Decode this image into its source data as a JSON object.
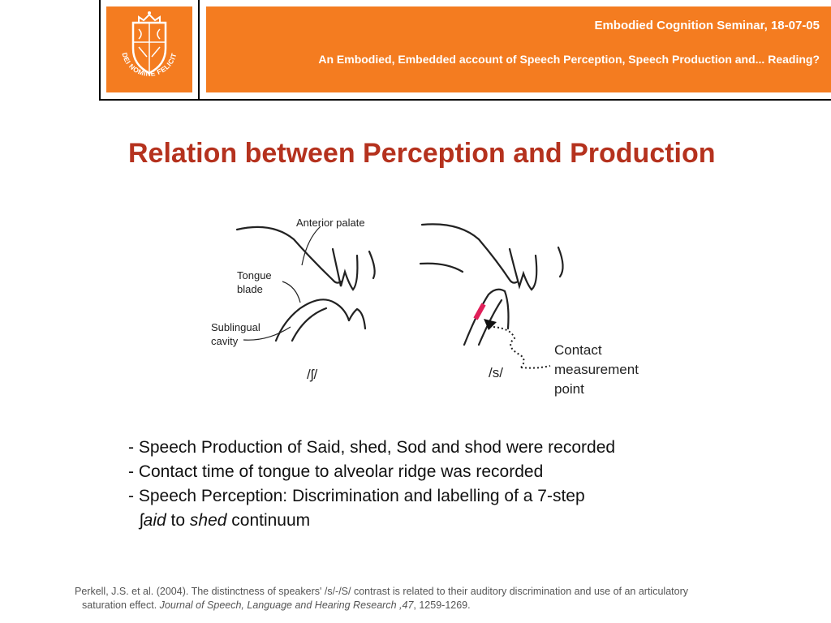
{
  "header": {
    "event": "Embodied Cognition Seminar, 18-07-05",
    "talk_title": "An Embodied, Embedded account of Speech Perception, Speech Production and... Reading?",
    "logo_motto": "IN DEI NOMINE FELICITER",
    "accent_color": "#f47c20"
  },
  "slide": {
    "title": "Relation between Perception and Production",
    "title_color": "#b5321e"
  },
  "figure": {
    "labels": {
      "anterior_palate": "Anterior palate",
      "tongue": "Tongue",
      "blade": "blade",
      "sublingual": "Sublingual",
      "cavity": "cavity",
      "sh_symbol": "/ʃ/",
      "s_symbol": "/s/",
      "contact": "Contact",
      "measurement": "measurement",
      "point": "point"
    },
    "marker_color": "#e0205a"
  },
  "bullets": {
    "b1": "- Speech Production of Said, shed, Sod and shod were recorded",
    "b2": "- Contact time of tongue to alveolar ridge was recorded",
    "b3": "- Speech Perception: Discrimination and labelling of a 7-step",
    "b4_symbol": "ʃ",
    "b4_word1": "aid",
    "b4_to": " to ",
    "b4_word2": "shed",
    "b4_end": " continuum"
  },
  "reference": {
    "line1": "Perkell, J.S. et al. (2004). The distinctness of speakers' /s/-/S/ contrast is related to their auditory discrimination and use of an articulatory",
    "line2_start": "saturation effect. ",
    "journal": "Journal of Speech, Language and Hearing Research ,47",
    "line2_end": ", 1259-1269."
  }
}
